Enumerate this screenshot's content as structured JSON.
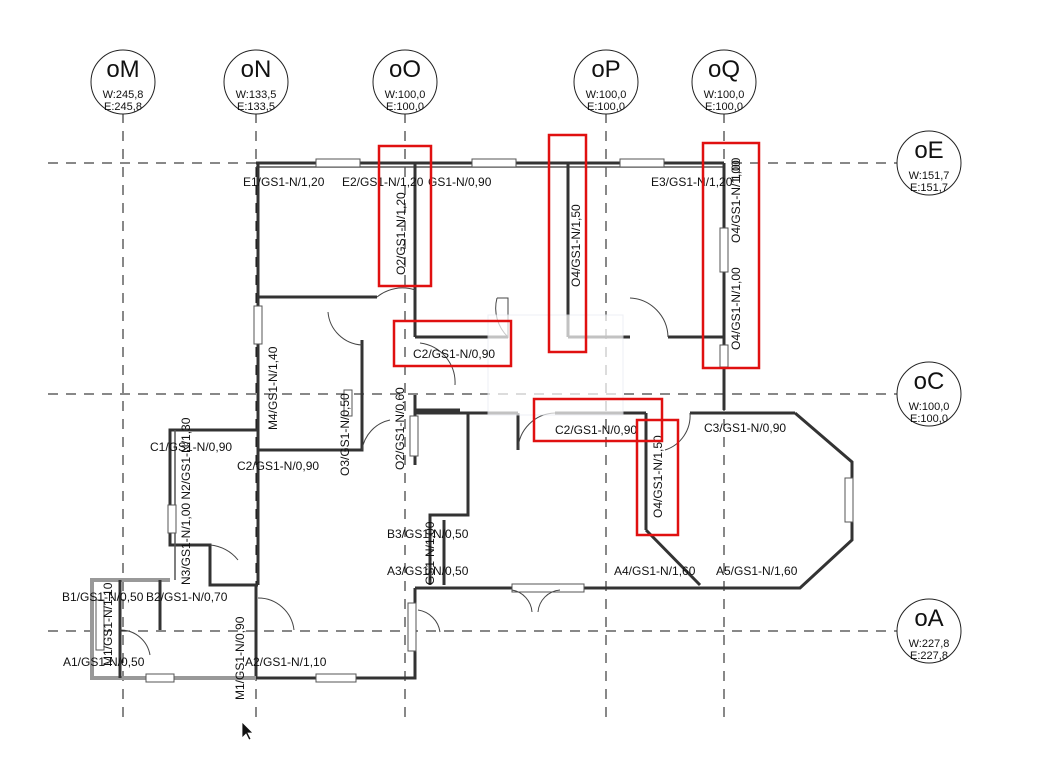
{
  "grid_bubbles": [
    {
      "id": "oM",
      "w": "W:245,8",
      "e": "E:245,8"
    },
    {
      "id": "oN",
      "w": "W:133,5",
      "e": "E:133,5"
    },
    {
      "id": "oO",
      "w": "W:100,0",
      "e": "E:100,0"
    },
    {
      "id": "oP",
      "w": "W:100,0",
      "e": "E:100,0"
    },
    {
      "id": "oQ",
      "w": "W:100,0",
      "e": "E:100,0"
    },
    {
      "id": "oE",
      "w": "W:151,7",
      "e": "E:151,7"
    },
    {
      "id": "oC",
      "w": "W:100,0",
      "e": "E:100,0"
    },
    {
      "id": "oA",
      "w": "W:227,8",
      "e": "E:227,8"
    }
  ],
  "labels": {
    "e1": "E1/GS1-N/1,20",
    "e2": "E2/GS1-N/1,20",
    "e2b": "GS1-N/0,90",
    "e3": "E3/GS1-N/1,20",
    "o2v": "O2/GS1-N/1,20",
    "o4v_top": "O4/GS1-N/1,50",
    "o4v_right1": "O4/GS1-N/1,00",
    "o4v_right2": "O4/GS1-N/1,00",
    "o4v_right0": "1,00",
    "c2_mid": "C2/GS1-N/0,90",
    "m4": "M4/GS1-N/1,40",
    "o3": "O3/GS1-N/0,50",
    "o2_lower": "O2/GS1-N/0,60",
    "c1": "C1/GS1-N/0,90",
    "c2_left": "C2/GS1-N/0,90",
    "n2": "N3/GS1-N/1,00 N2/GS1-N/1,30",
    "c2_right": "C2/GS1-N/0,90",
    "o4_lower": "O4/GS1-N/1,50",
    "c3": "C3/GS1-N/0,90",
    "b3": "B3/GS1-N/0,50",
    "a3": "A3/GS1-N/0,50",
    "b3v": "GS1-N/1,00",
    "a4": "A4/GS1-N/1,60",
    "a5": "A5/GS1-N/1,60",
    "b1": "B1/GS1-N/0,50",
    "b2": "B2/GS1-N/0,70",
    "m1": "M1/GS1-N/1,10",
    "a1": "A1/GS1-N/0,50",
    "a2": "A2/GS1-N/1,10",
    "m1v": "M1/GS1-N/0,90"
  }
}
